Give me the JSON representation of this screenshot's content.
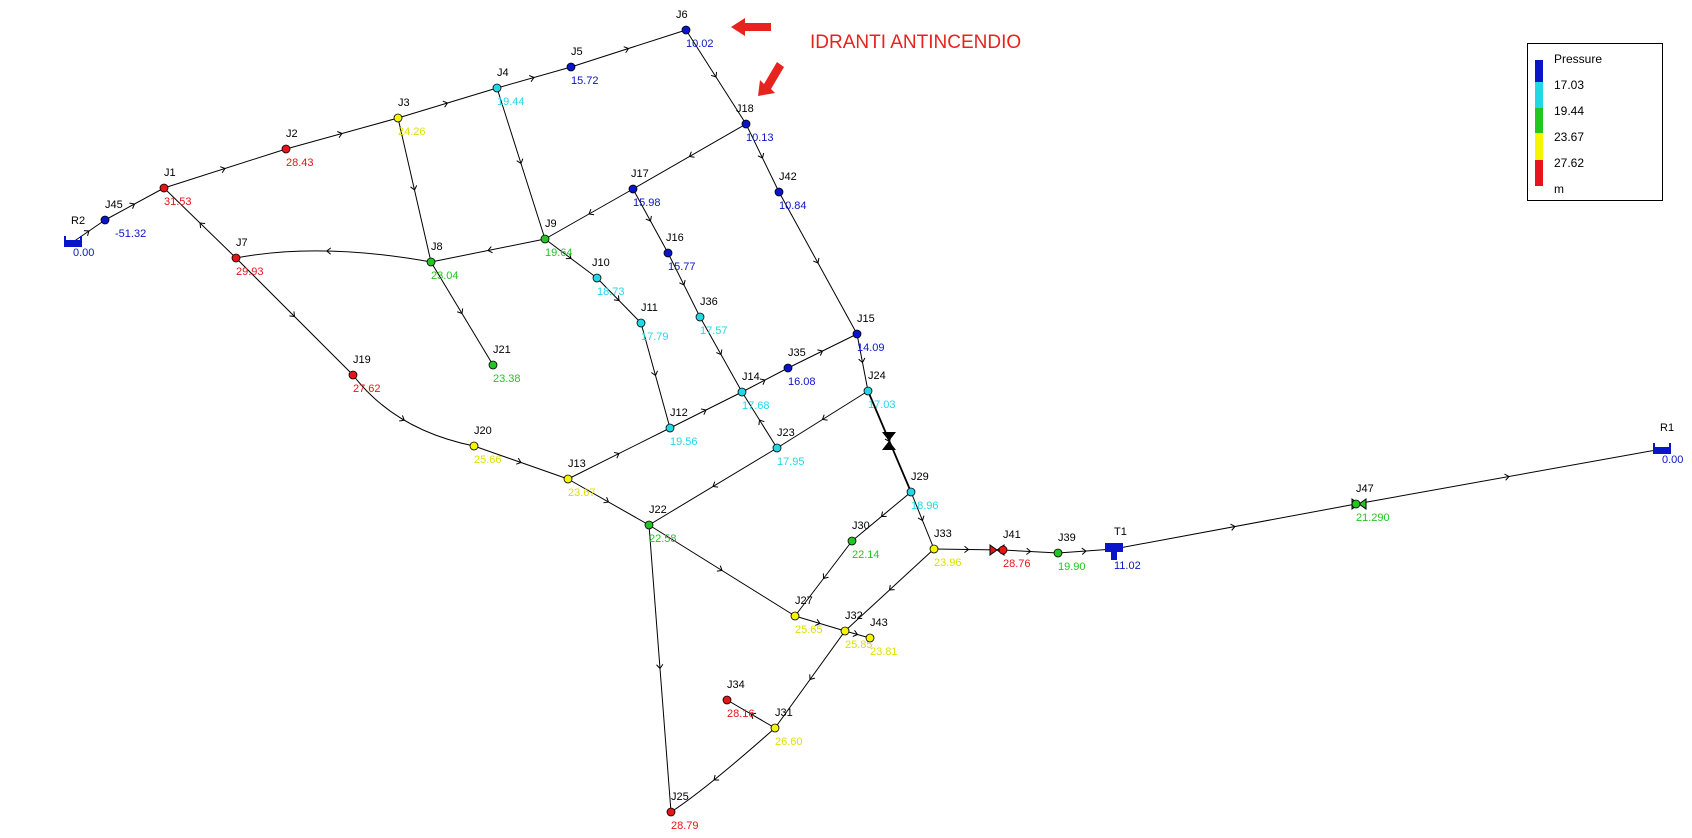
{
  "annotation": {
    "text": "IDRANTI ANTINCENDIO",
    "color": "#e8221c"
  },
  "legend": {
    "title": "Pressure",
    "unit": "m",
    "thresholds": [
      "17.03",
      "19.44",
      "23.67",
      "27.62"
    ],
    "colors": [
      "#0a14c8",
      "#22d8e6",
      "#22c522",
      "#f5f500",
      "#e8141a"
    ]
  },
  "nodes": [
    {
      "id": "R2",
      "value": "0.00",
      "kind": "reservoir",
      "cls": 0
    },
    {
      "id": "J45",
      "value": "-51.32",
      "kind": "junction",
      "cls": 0
    },
    {
      "id": "J1",
      "value": "31.53",
      "kind": "junction",
      "cls": 4
    },
    {
      "id": "J2",
      "value": "28.43",
      "kind": "junction",
      "cls": 4
    },
    {
      "id": "J3",
      "value": "24.26",
      "kind": "junction",
      "cls": 3
    },
    {
      "id": "J4",
      "value": "19.44",
      "kind": "junction",
      "cls": 1
    },
    {
      "id": "J5",
      "value": "15.72",
      "kind": "junction",
      "cls": 0
    },
    {
      "id": "J6",
      "value": "10.02",
      "kind": "junction",
      "cls": 0
    },
    {
      "id": "J18",
      "value": "10.13",
      "kind": "junction",
      "cls": 0
    },
    {
      "id": "J42",
      "value": "10.84",
      "kind": "junction",
      "cls": 0
    },
    {
      "id": "J17",
      "value": "15.98",
      "kind": "junction",
      "cls": 0
    },
    {
      "id": "J16",
      "value": "15.77",
      "kind": "junction",
      "cls": 0
    },
    {
      "id": "J9",
      "value": "19.64",
      "kind": "junction",
      "cls": 2
    },
    {
      "id": "J10",
      "value": "18.73",
      "kind": "junction",
      "cls": 1
    },
    {
      "id": "J11",
      "value": "17.79",
      "kind": "junction",
      "cls": 1
    },
    {
      "id": "J36",
      "value": "17.57",
      "kind": "junction",
      "cls": 1
    },
    {
      "id": "J7",
      "value": "29.93",
      "kind": "junction",
      "cls": 4
    },
    {
      "id": "J8",
      "value": "23.04",
      "kind": "junction",
      "cls": 2
    },
    {
      "id": "J21",
      "value": "23.38",
      "kind": "junction",
      "cls": 2
    },
    {
      "id": "J19",
      "value": "27.62",
      "kind": "junction",
      "cls": 4
    },
    {
      "id": "J15",
      "value": "14.09",
      "kind": "junction",
      "cls": 0
    },
    {
      "id": "J35",
      "value": "16.08",
      "kind": "junction",
      "cls": 0
    },
    {
      "id": "J14",
      "value": "17.68",
      "kind": "junction",
      "cls": 1
    },
    {
      "id": "J24",
      "value": "17.03",
      "kind": "junction",
      "cls": 1
    },
    {
      "id": "J12",
      "value": "19.56",
      "kind": "junction",
      "cls": 1
    },
    {
      "id": "J20",
      "value": "25.66",
      "kind": "junction",
      "cls": 3
    },
    {
      "id": "J23",
      "value": "17.95",
      "kind": "junction",
      "cls": 1
    },
    {
      "id": "J13",
      "value": "23.67",
      "kind": "junction",
      "cls": 3
    },
    {
      "id": "J29",
      "value": "18.96",
      "kind": "junction",
      "cls": 1
    },
    {
      "id": "J22",
      "value": "22.58",
      "kind": "junction",
      "cls": 2
    },
    {
      "id": "J30",
      "value": "22.14",
      "kind": "junction",
      "cls": 2
    },
    {
      "id": "J33",
      "value": "23.96",
      "kind": "junction",
      "cls": 3
    },
    {
      "id": "J41",
      "value": "28.76",
      "kind": "junction",
      "cls": 4
    },
    {
      "id": "J39",
      "value": "19.90",
      "kind": "junction",
      "cls": 2
    },
    {
      "id": "T1",
      "value": "11.02",
      "kind": "tank",
      "cls": 0
    },
    {
      "id": "J47",
      "value": "21.290",
      "kind": "junction",
      "cls": 2
    },
    {
      "id": "R1",
      "value": "0.00",
      "kind": "reservoir",
      "cls": 0
    },
    {
      "id": "J27",
      "value": "25.65",
      "kind": "junction",
      "cls": 3
    },
    {
      "id": "J32",
      "value": "25.85",
      "kind": "junction",
      "cls": 3
    },
    {
      "id": "J43",
      "value": "23.81",
      "kind": "junction",
      "cls": 3
    },
    {
      "id": "J34",
      "value": "28.16",
      "kind": "junction",
      "cls": 4
    },
    {
      "id": "J31",
      "value": "26.60",
      "kind": "junction",
      "cls": 3
    },
    {
      "id": "J25",
      "value": "28.79",
      "kind": "junction",
      "cls": 4
    }
  ],
  "links": [
    [
      "R2",
      "J45"
    ],
    [
      "J45",
      "J1"
    ],
    [
      "J1",
      "J2"
    ],
    [
      "J2",
      "J3"
    ],
    [
      "J3",
      "J4"
    ],
    [
      "J4",
      "J5"
    ],
    [
      "J5",
      "J6"
    ],
    [
      "J6",
      "J18"
    ],
    [
      "J18",
      "J42"
    ],
    [
      "J42",
      "J15"
    ],
    [
      "J18",
      "J17"
    ],
    [
      "J17",
      "J9"
    ],
    [
      "J17",
      "J16"
    ],
    [
      "J16",
      "J36"
    ],
    [
      "J36",
      "J14"
    ],
    [
      "J3",
      "J8"
    ],
    [
      "J4",
      "J9"
    ],
    [
      "J9",
      "J8"
    ],
    [
      "J9",
      "J10"
    ],
    [
      "J10",
      "J11"
    ],
    [
      "J11",
      "J12"
    ],
    [
      "J8",
      "J7"
    ],
    [
      "J7",
      "J1"
    ],
    [
      "J8",
      "J21"
    ],
    [
      "J7",
      "J19"
    ],
    [
      "J19",
      "J20"
    ],
    [
      "J20",
      "J13"
    ],
    [
      "J13",
      "J12"
    ],
    [
      "J12",
      "J14"
    ],
    [
      "J14",
      "J35"
    ],
    [
      "J35",
      "J15"
    ],
    [
      "J15",
      "J24"
    ],
    [
      "J24",
      "J23"
    ],
    [
      "J23",
      "J22"
    ],
    [
      "J23",
      "J14"
    ],
    [
      "J24",
      "J29"
    ],
    [
      "J29",
      "J30"
    ],
    [
      "J30",
      "J27"
    ],
    [
      "J29",
      "J33"
    ],
    [
      "J33",
      "J32"
    ],
    [
      "J33",
      "J41"
    ],
    [
      "J41",
      "J39"
    ],
    [
      "J39",
      "T1"
    ],
    [
      "T1",
      "J47"
    ],
    [
      "J47",
      "R1"
    ],
    [
      "J13",
      "J22"
    ],
    [
      "J22",
      "J27"
    ],
    [
      "J27",
      "J32"
    ],
    [
      "J32",
      "J43"
    ],
    [
      "J32",
      "J31"
    ],
    [
      "J31",
      "J34"
    ],
    [
      "J31",
      "J25"
    ],
    [
      "J22",
      "J25"
    ]
  ]
}
